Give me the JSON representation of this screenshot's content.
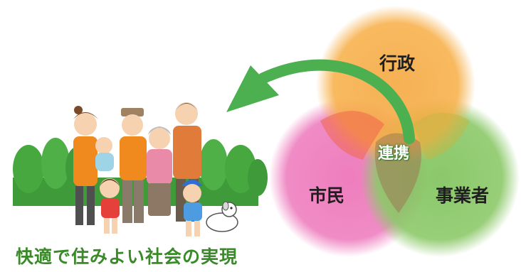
{
  "venn": {
    "top_label": "行政",
    "left_label": "市民",
    "right_label": "事業者",
    "center_label": "連携"
  },
  "caption": "快適で住みよい社会の実現",
  "colors": {
    "top_circle": "#f7b04a",
    "left_circle": "#ee7fbf",
    "right_circle": "#8cc969",
    "arrow": "#4caf50",
    "caption": "#3a8a2a",
    "trees": "#3f9a3a",
    "ground": "#ffffff"
  },
  "icons": [
    "family-illustration",
    "dog-icon",
    "curved-arrow-icon"
  ]
}
